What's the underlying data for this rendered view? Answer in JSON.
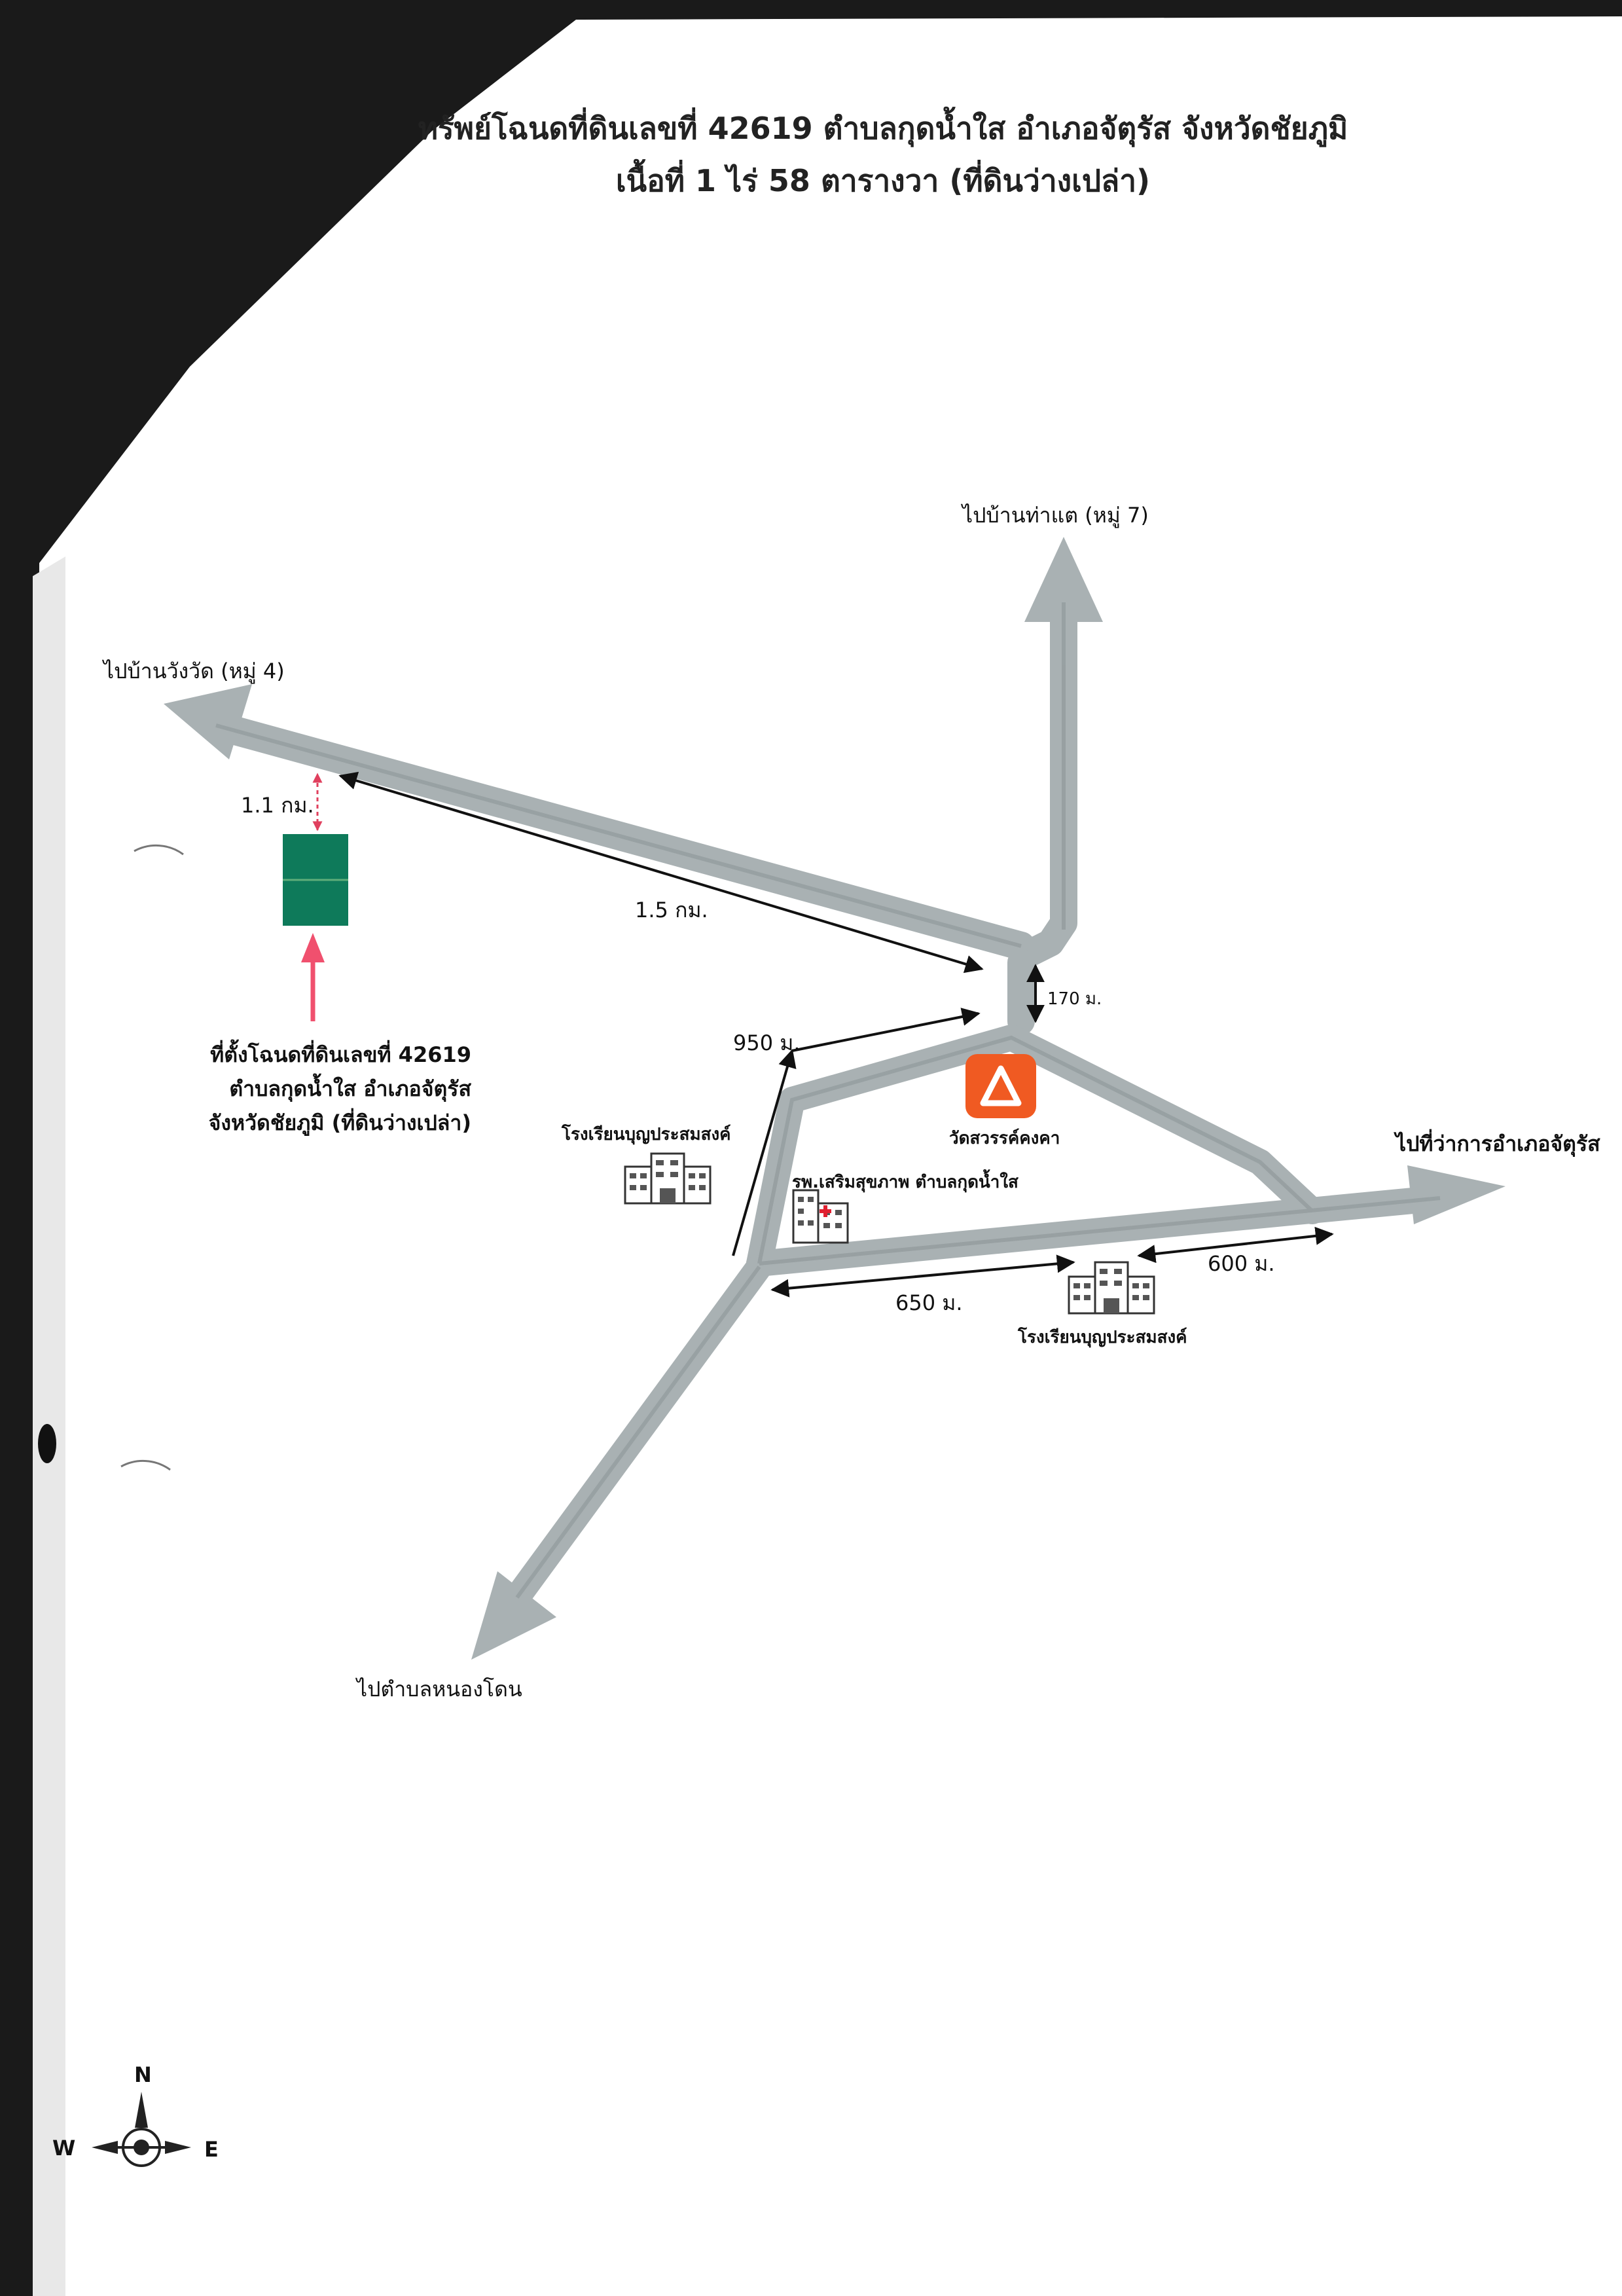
{
  "title": {
    "line1": "ทรัพย์โฉนดที่ดินเลขที่ 42619  ตำบลกุดน้ำใส  อำเภอจัตุรัส  จังหวัดชัยภูมิ",
    "line2": "เนื้อที่   1 ไร่ 58 ตารางวา (ที่ดินว่างเปล่า)"
  },
  "destinations": {
    "north": "ไปบ้านท่าแต (หมู่ 7)",
    "northwest": "ไปบ้านวังวัด (หมู่ 4)",
    "east": "ไปที่ว่าการอำเภอจัตุรัส",
    "southwest": "ไปตำบลหนองโดน"
  },
  "distances": {
    "plot_to_road": "1.1 กม.",
    "plot_to_junction": "1.5 กม.",
    "junction_stem": "170 ม.",
    "school_to_junction": "950 ม.",
    "junction_to_school": "650 ม.",
    "school_to_east": "600 ม."
  },
  "land_plot": {
    "caption": [
      "ที่ตั้งโฉนดที่ดินเลขที่ 42619",
      "ตำบลกุดน้ำใส อำเภอจัตุรัส",
      "จังหวัดชัยภูมิ (ที่ดินว่างเปล่า)"
    ],
    "color": "#0e7a5a"
  },
  "landmarks": {
    "temple": "วัดสวรรค์คงคา",
    "school_west": "โรงเรียนบุญประสมสงค์",
    "hospital": "รพ.เสริมสุขภาพ ตำบลกุดน้ำใส",
    "school_south": "โรงเรียนบุญประสมสงค์"
  },
  "compass": {
    "n": "N",
    "w": "W",
    "e": "E"
  },
  "colors": {
    "road": "#a9b1b3",
    "temple": "#f05a22",
    "location_arrow": "#f0506e",
    "background_dark": "#1a1a1a"
  }
}
